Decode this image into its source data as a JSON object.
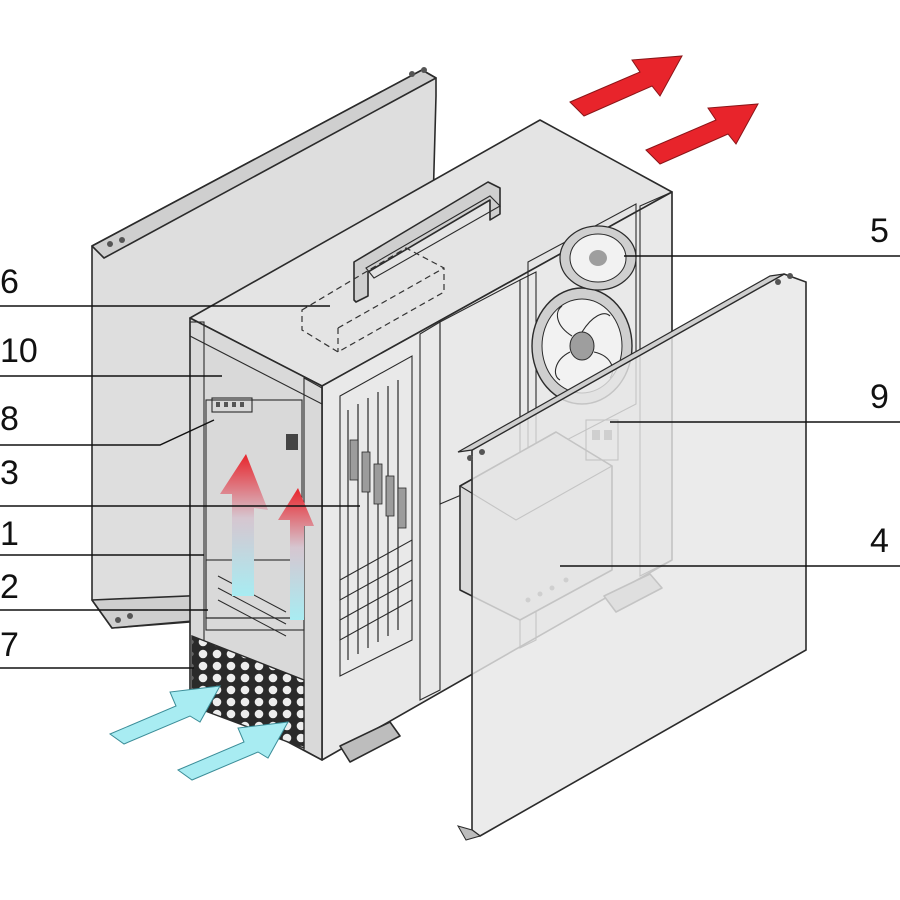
{
  "colors": {
    "exhaust_arrow": "#e8242b",
    "intake_arrow": "#a8ecf2",
    "panel_fill": "#ececec",
    "panel_dark": "#bdbdbd",
    "outline": "#2b2b2b"
  },
  "callouts": {
    "c1": "1",
    "c2": "2",
    "c3": "3",
    "c4": "4",
    "c5": "5",
    "c6": "6",
    "c7": "7",
    "c8": "8",
    "c9": "9",
    "c10": "10"
  },
  "icons": [
    "fan-icon",
    "exhaust-arrow-icon",
    "intake-arrow-icon",
    "airflow-arrow-icon"
  ]
}
